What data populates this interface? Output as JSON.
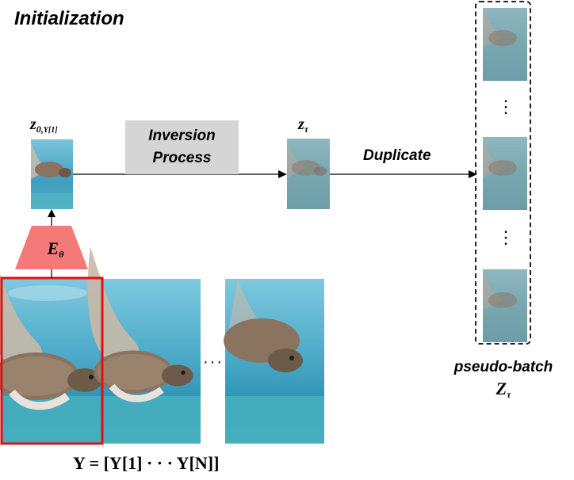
{
  "title": "Initialization",
  "labels": {
    "z_initial_main": "z",
    "z_initial_sub": "0,",
    "z_initial_subsub": "Y[1]",
    "encoder_main": "E",
    "encoder_sub": "θ",
    "z_tau_main": "z",
    "z_tau_sub": "τ",
    "inversion_line1": "Inversion",
    "inversion_line2": "Process",
    "duplicate": "Duplicate",
    "pseudo_batch": "pseudo-batch",
    "pseudo_z_main": "Z",
    "pseudo_z_sub": "τ",
    "horizontal_dots": "···",
    "vertical_dots": "⋮",
    "y_equation": "Y = [Y[1] · · · Y[N]]"
  },
  "colors": {
    "encoder_fill": "#f47a7a",
    "highlight_border": "#e01010",
    "process_box": "#d5d5d5",
    "pseudo_batch_bg": "#d9d9d9",
    "water_light": "#5fb9d2",
    "water_deep": "#2f8fb2",
    "turtle": "#8a7460"
  },
  "icons": {
    "frames": "turtle-underwater-image",
    "latents": "noisy-latent-image"
  }
}
